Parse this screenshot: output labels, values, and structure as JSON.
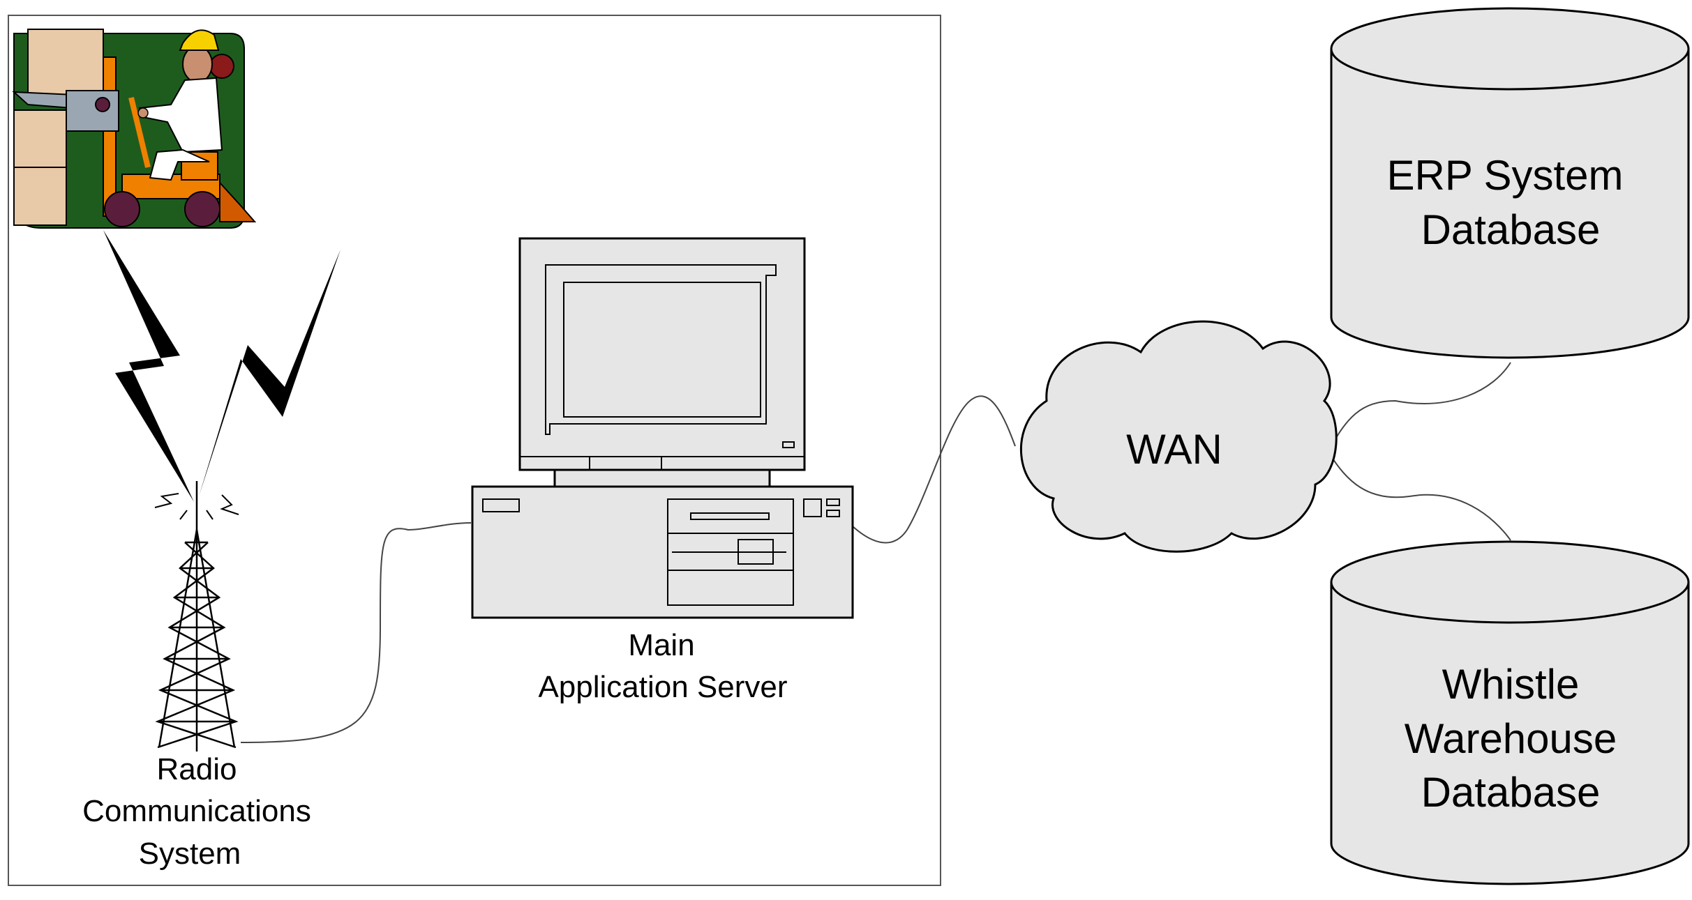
{
  "labels": {
    "radio_line1": "Radio",
    "radio_line2": "Communications",
    "radio_line3": "System",
    "server_line1": "Main",
    "server_line2": "Application Server",
    "wan": "WAN",
    "erp_line1": "ERP System",
    "erp_line2": "Database",
    "whistle_line1": "Whistle",
    "whistle_line2": "Warehouse",
    "whistle_line3": "Database"
  },
  "icons": [
    "forklift-operator-icon",
    "lightning-bolt-icon",
    "radio-tower-icon",
    "computer-server-icon",
    "cloud-icon",
    "database-cylinder-icon"
  ],
  "colors": {
    "forklift_background": "#1e5c1e",
    "forklift_body": "#f08000",
    "hard_hat": "#f7d000",
    "cargo_box": "#e8c9a8",
    "device_gray": "#e6e6e6",
    "cloud_gray": "#e6e6e6",
    "database_gray": "#e6e6e6"
  }
}
